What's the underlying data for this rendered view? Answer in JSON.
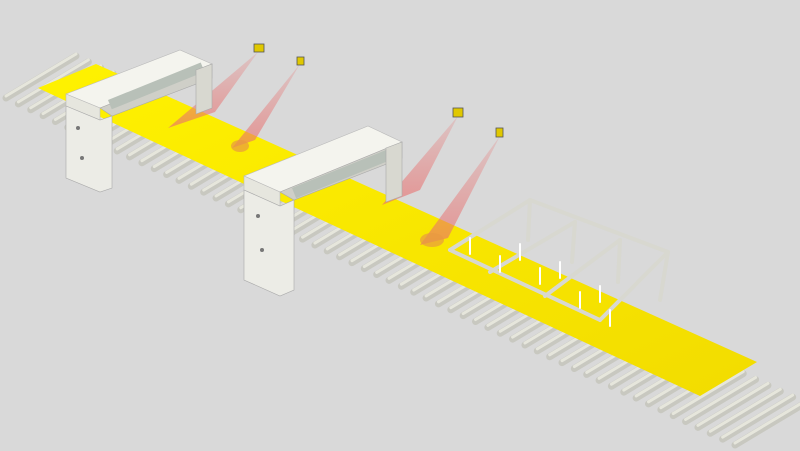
{
  "scene": {
    "background_color": "#d9d9d9",
    "strip_color": "#f5e600",
    "roller_color": "#e6e6dc",
    "stand_color": "#f0f0ea",
    "beam_color": "#e8706f",
    "sensor_color": "#e0c800",
    "frame_color": "#d8d8d0",
    "roller_count": 60,
    "sensor_count": 4,
    "stand_count": 2
  }
}
